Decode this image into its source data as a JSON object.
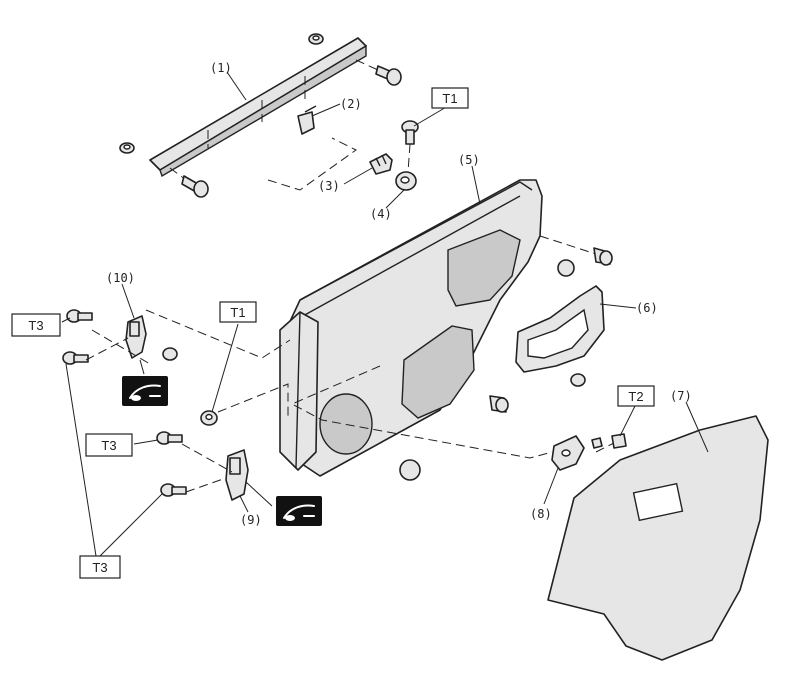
{
  "callouts": [
    "(1)",
    "(2)",
    "(3)",
    "(4)",
    "(5)",
    "(6)",
    "(7)",
    "(8)",
    "(9)",
    "(10)"
  ],
  "torque_labels": {
    "t1_top": "T1",
    "t1_mid": "T1",
    "t2": "T2",
    "t3_upper": "T3",
    "t3_mid": "T3",
    "t3_lower": "T3"
  },
  "icons": [
    "grease-icon",
    "grease-icon"
  ],
  "colors": {
    "line": "#222222",
    "part_fill": "#e6e6e6",
    "symbol_fill": "#111111"
  }
}
